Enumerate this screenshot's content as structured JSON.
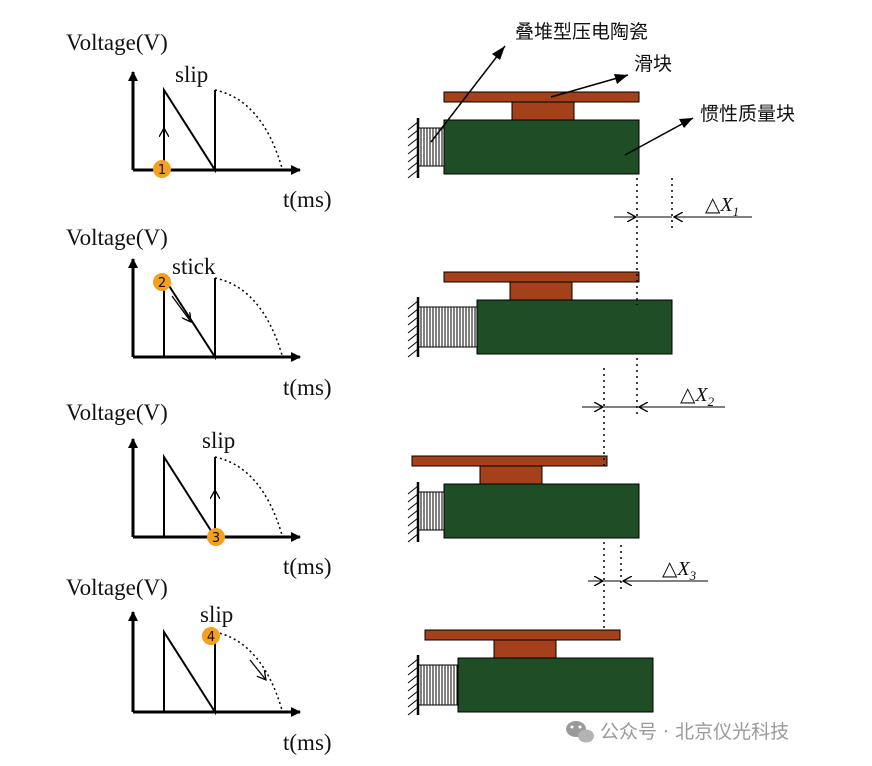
{
  "colors": {
    "plate": "#a4401a",
    "mass": "#1f4d25",
    "marker": "#f5a01e",
    "line": "#000000",
    "watermark": "#9a9a9a"
  },
  "labels": {
    "piezo_stack": "叠堆型压电陶瓷",
    "slider": "滑块",
    "inertial_mass": "惯性质量块"
  },
  "deltas": [
    "△X",
    "△X",
    "△X"
  ],
  "delta_subscripts": [
    "1",
    "2",
    "3"
  ],
  "graphs": [
    {
      "ylabel": "Voltage(V)",
      "xlabel": "t(ms)",
      "phase": "slip",
      "marker": "1"
    },
    {
      "ylabel": "Voltage(V)",
      "xlabel": "t(ms)",
      "phase": "stick",
      "marker": "2"
    },
    {
      "ylabel": "Voltage(V)",
      "xlabel": "t(ms)",
      "phase": "slip",
      "marker": "3"
    },
    {
      "ylabel": "Voltage(V)",
      "xlabel": "t(ms)",
      "phase": "slip",
      "marker": "4"
    }
  ],
  "watermark": {
    "icon": "wechat-icon",
    "text": "公众号 · 北京仪光科技"
  }
}
